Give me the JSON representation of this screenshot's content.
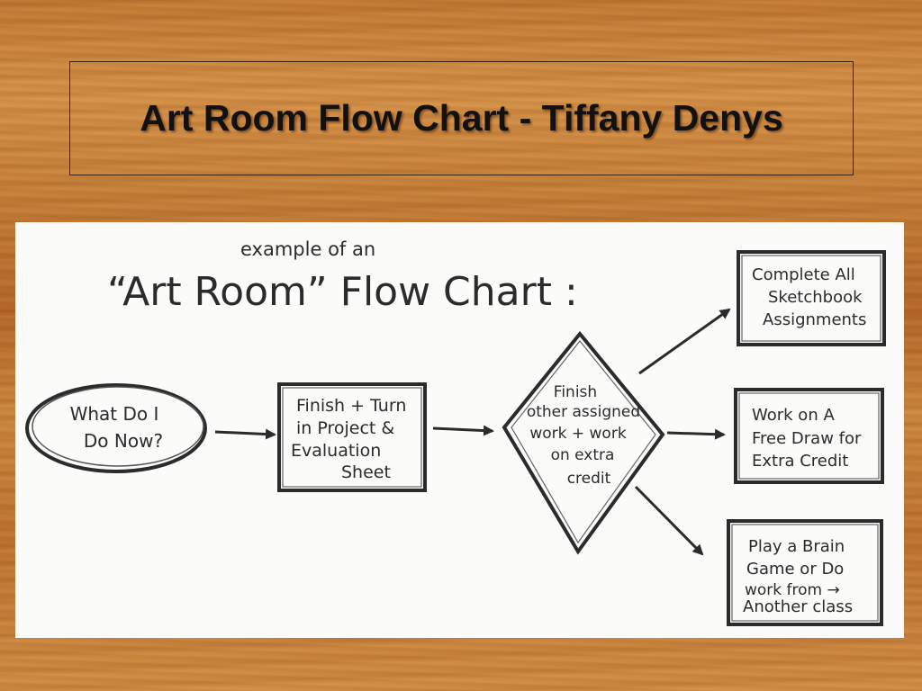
{
  "slide": {
    "title": "Art Room Flow Chart - Tiffany Denys"
  },
  "drawing": {
    "caption_small": "example of an",
    "caption_large": "“Art Room” Flow Chart :",
    "start_node": {
      "lines": [
        "What Do I",
        "Do Now?"
      ]
    },
    "step_node": {
      "lines": [
        "Finish + Turn",
        "in Project &",
        "Evaluation",
        "Sheet"
      ]
    },
    "decision_node": {
      "lines": [
        "Finish",
        "other assigned",
        "work + work",
        "on extra",
        "credit"
      ]
    },
    "outcomes": [
      {
        "lines": [
          "Complete All",
          "Sketchbook",
          "Assignments"
        ]
      },
      {
        "lines": [
          "Work on A",
          "Free Draw for",
          "Extra Credit"
        ]
      },
      {
        "lines": [
          "Play a Brain",
          "Game or Do",
          "work from →",
          "Another class"
        ]
      }
    ]
  },
  "colors": {
    "wood": "#c67c35",
    "paper": "#fbfbfa",
    "ink": "#2b2b2b"
  }
}
